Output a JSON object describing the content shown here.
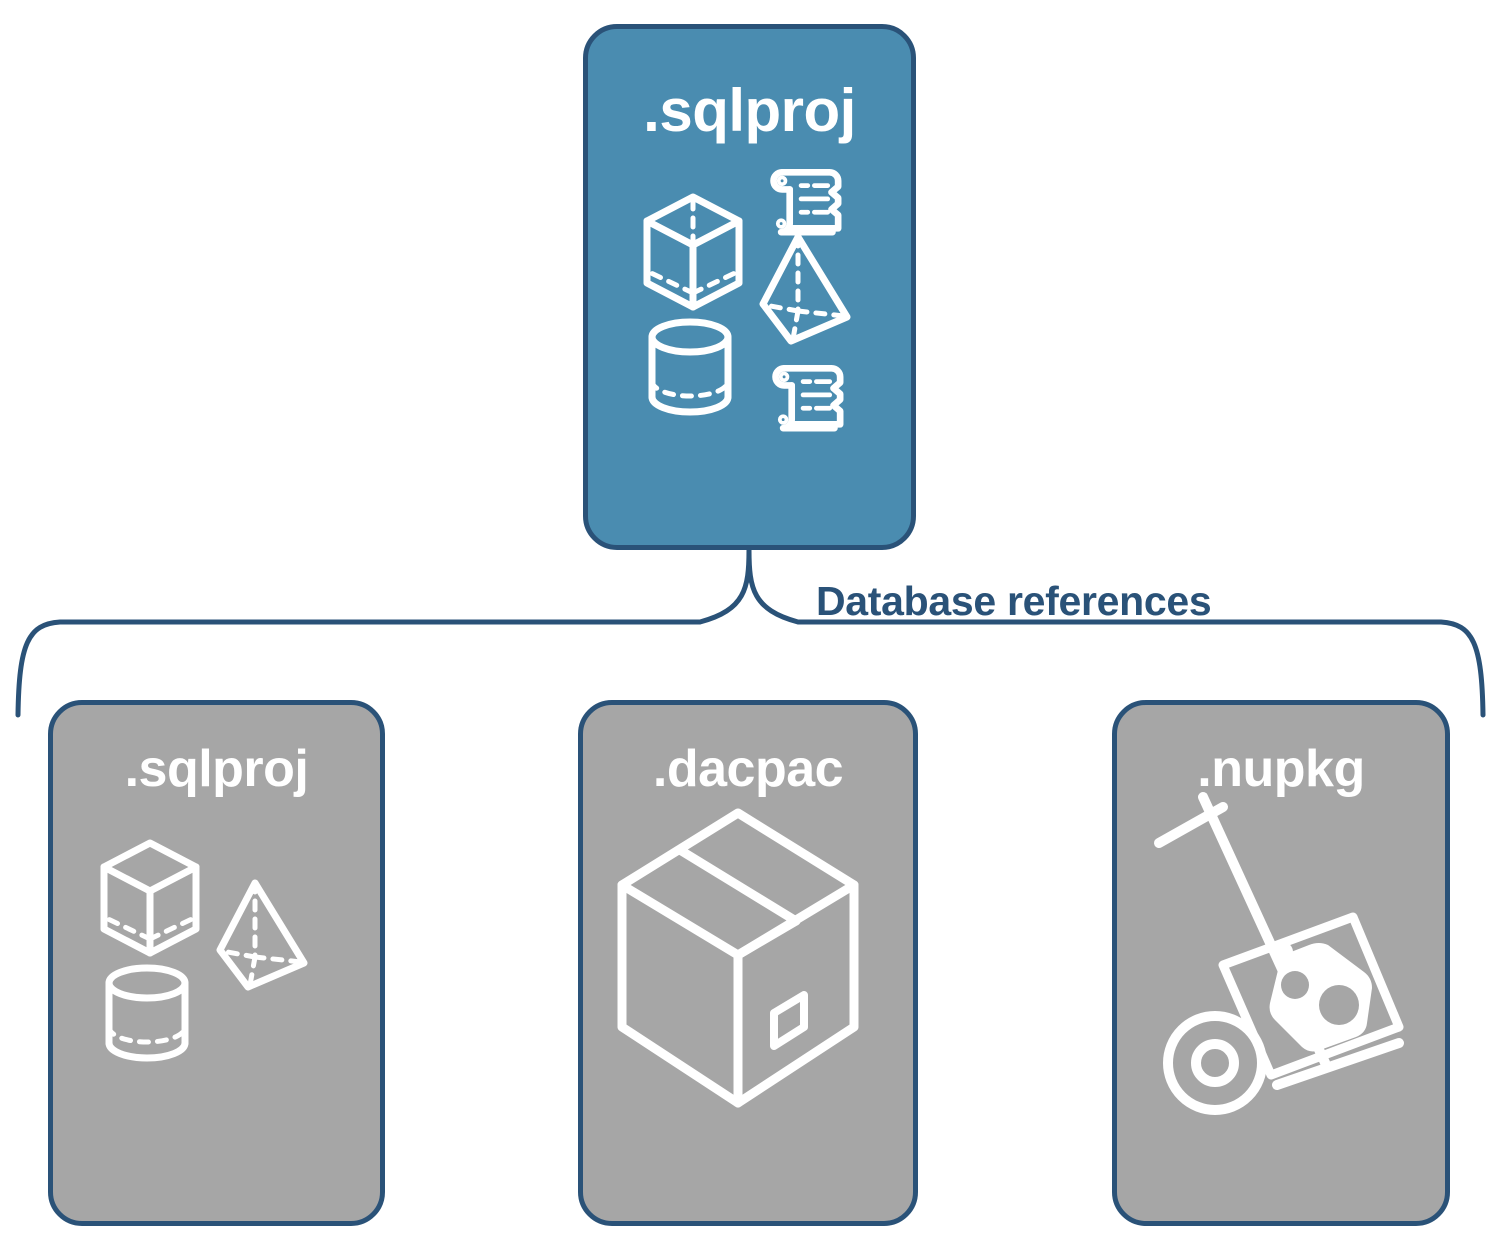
{
  "diagram": {
    "title_text": "Database references",
    "colors": {
      "accent_fill": "#4a8cb0",
      "gray_fill": "#a6a6a6",
      "outline": "#2a5278",
      "icon_stroke": "#ffffff",
      "label_text": "#2a5278",
      "background": "#ffffff"
    }
  },
  "root_node": {
    "label": ".sqlproj",
    "fill": "#4a8cb0",
    "icons": [
      "cube-wireframe-icon",
      "pyramid-wireframe-icon",
      "cylinder-wireframe-icon",
      "scroll-script-icon",
      "scroll-script-icon"
    ]
  },
  "connector": {
    "label": "Database references",
    "style": "curly-brace",
    "color": "#2a5278"
  },
  "reference_nodes": [
    {
      "label": ".sqlproj",
      "fill": "#a6a6a6",
      "icons": [
        "cube-wireframe-icon",
        "pyramid-wireframe-icon",
        "cylinder-wireframe-icon"
      ]
    },
    {
      "label": ".dacpac",
      "fill": "#a6a6a6",
      "icons": [
        "package-box-icon"
      ]
    },
    {
      "label": ".nupkg",
      "fill": "#a6a6a6",
      "icons": [
        "hand-truck-nuget-icon"
      ]
    }
  ]
}
